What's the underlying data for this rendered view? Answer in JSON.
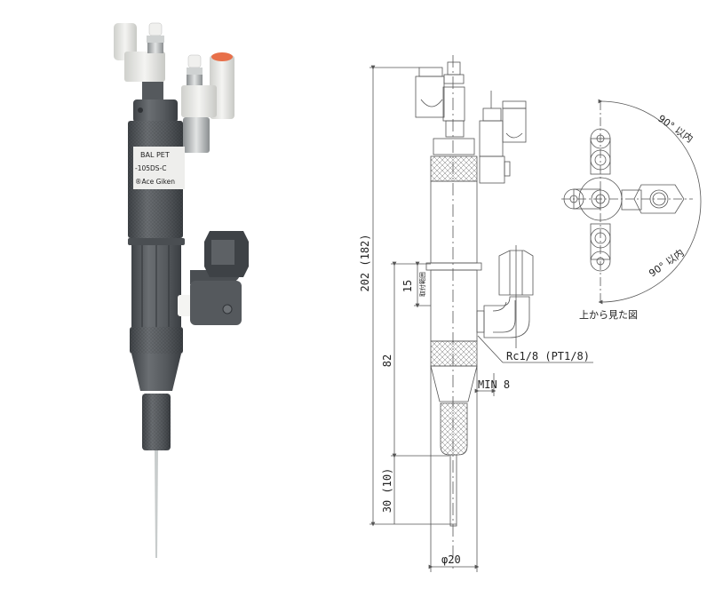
{
  "photo": {
    "label_lines": [
      "BAL PET",
      "-105DS-C",
      "®Ace Giken"
    ],
    "colors": {
      "body": "#5a5e62",
      "body_dark": "#43474b",
      "fitting": "#e8e8e4",
      "cap_orange": "#e8704a",
      "metal": "#b8bcbe",
      "needle": "#c8cccc"
    }
  },
  "drawing": {
    "dim_overall": "202  (182)",
    "dim_mount": "15",
    "dim_mount_note": "取付範囲",
    "dim_lower": "82",
    "dim_tip": "30  (10)",
    "dim_min": "MIN  8",
    "dim_diameter": "φ20",
    "port_label": "Rc1/8 (PT1/8)",
    "angle_top": "90° 以内",
    "angle_bottom": "90° 以内",
    "top_view_caption": "上から見た図",
    "line_color": "#555555"
  }
}
